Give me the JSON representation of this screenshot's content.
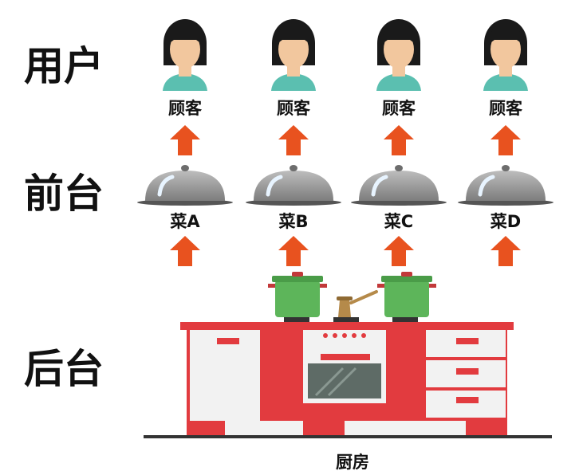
{
  "tiers": {
    "user": "用户",
    "front": "前台",
    "back": "后台"
  },
  "customers": [
    "顾客",
    "顾客",
    "顾客",
    "顾客"
  ],
  "dishes": [
    "菜A",
    "菜B",
    "菜C",
    "菜D"
  ],
  "kitchen": "厨房",
  "colors": {
    "arrow": "#e8521f",
    "skin": "#f2c79e",
    "hair": "#1a1a1a",
    "shirt": "#5bbfb0",
    "cloche": "#9a9a9a",
    "counter_red": "#e23b3f",
    "counter_white": "#f2f2f2",
    "pot_green": "#5db55a"
  }
}
